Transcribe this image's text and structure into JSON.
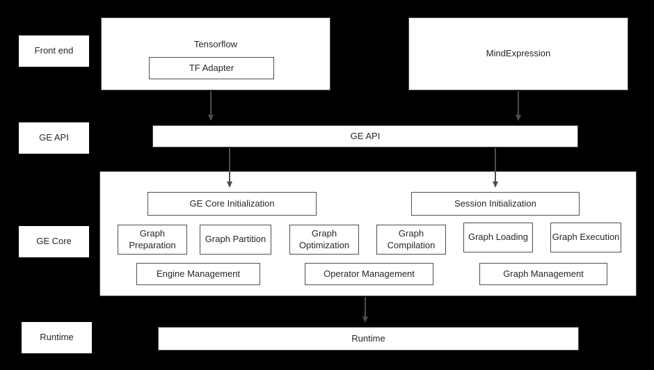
{
  "colors": {
    "background": "#000000",
    "box_fill": "#ffffff",
    "box_border": "#4d4d4d",
    "text": "#262626",
    "arrow": "#4d4d4d"
  },
  "side_labels": {
    "front_end": "Front end",
    "ge_api": "GE API",
    "ge_core": "GE Core",
    "runtime": "Runtime"
  },
  "front_end": {
    "tensorflow_label": "Tensorflow",
    "tf_adapter_label": "TF Adapter",
    "mindexpression_label": "MindExpression"
  },
  "ge_api_bar": "GE API",
  "ge_core": {
    "init": [
      "GE Core Initialization",
      "Session Initialization"
    ],
    "modules": [
      "Graph Preparation",
      "Graph Partition",
      "Graph Optimization",
      "Graph Compilation",
      "Graph Loading",
      "Graph Execution"
    ],
    "management": [
      "Engine Management",
      "Operator Management",
      "Graph Management"
    ]
  },
  "runtime_bar": "Runtime"
}
